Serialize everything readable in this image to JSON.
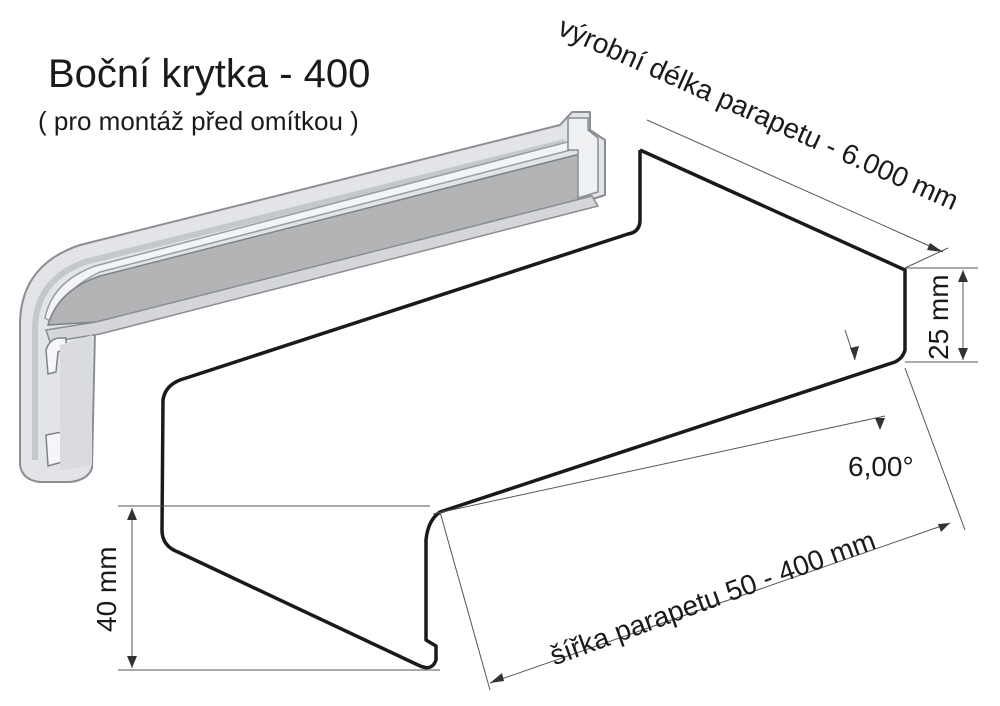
{
  "title": "Boční krytka - 400",
  "subtitle": "( pro montáž před omítkou )",
  "dimensions": {
    "length": "výrobní délka parapetu - 6.000 mm",
    "width": "šířka parapetu 50 - 400 mm",
    "front_height": "40 mm",
    "back_height": "25 mm",
    "slope_angle": "6,00°"
  },
  "colors": {
    "line": "#1a1a1a",
    "dimension_line": "#555555",
    "cap_light": "#e4e6e8",
    "cap_mid": "#c9ccd0",
    "cap_dark": "#9a9da1",
    "cap_inner": "#b4b5b7"
  }
}
